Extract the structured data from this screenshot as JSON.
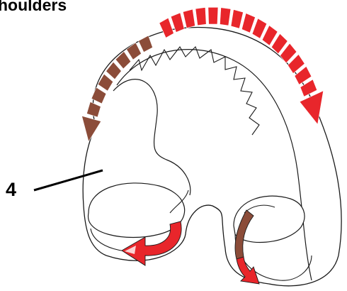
{
  "figure": {
    "title": "houlders",
    "callout_number": "4",
    "colors": {
      "outline": "#1a1a1a",
      "red_arrow": "#e8262b",
      "brown_arrow": "#8b4c39",
      "fill": "#ffffff"
    },
    "icons": {
      "red_rotation": "curved-arrow-clockwise",
      "brown_rotation": "curved-arrow-counterclockwise"
    }
  }
}
